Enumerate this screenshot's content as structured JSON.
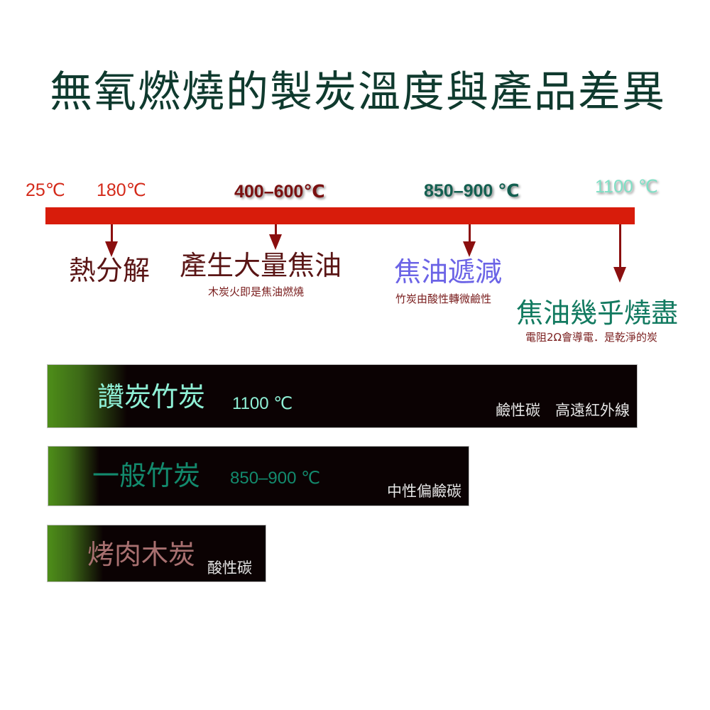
{
  "title": "無氧燃燒的製炭溫度與產品差異",
  "timeline": {
    "bar_color": "#d81c0b",
    "temperatures": [
      {
        "label": "25℃",
        "color": "#d42a1a"
      },
      {
        "label": "180℃",
        "color": "#d42a1a"
      },
      {
        "label": "400–600℃",
        "color": "#7a1010"
      },
      {
        "label": "850–900 ℃",
        "color": "#135f50"
      },
      {
        "label": "1100 ℃",
        "color": "#7fe0c5"
      }
    ],
    "stages": [
      {
        "title": "熱分解",
        "subtitle": "",
        "color": "#5a1515"
      },
      {
        "title": "產生大量焦油",
        "subtitle": "木炭火即是焦油燃燒",
        "color": "#5a1515"
      },
      {
        "title": "焦油遞減",
        "subtitle": "竹炭由酸性轉微鹼性",
        "color": "#6b63e6"
      },
      {
        "title": "焦油幾乎燒盡",
        "subtitle": "電阻2Ω會導電．是乾淨的炭",
        "color": "#127a60"
      }
    ]
  },
  "products": [
    {
      "name": "讚炭竹炭",
      "temp": "1100 ℃",
      "note": "鹼性碳　高遠紅外線",
      "name_color": "#8ff0d6"
    },
    {
      "name": "一般竹炭",
      "temp": "850–900 ℃",
      "note": "中性偏鹼碳",
      "name_color": "#138a6d"
    },
    {
      "name": "烤肉木炭",
      "temp": "",
      "note": "酸性碳",
      "name_color": "#a87070"
    }
  ]
}
